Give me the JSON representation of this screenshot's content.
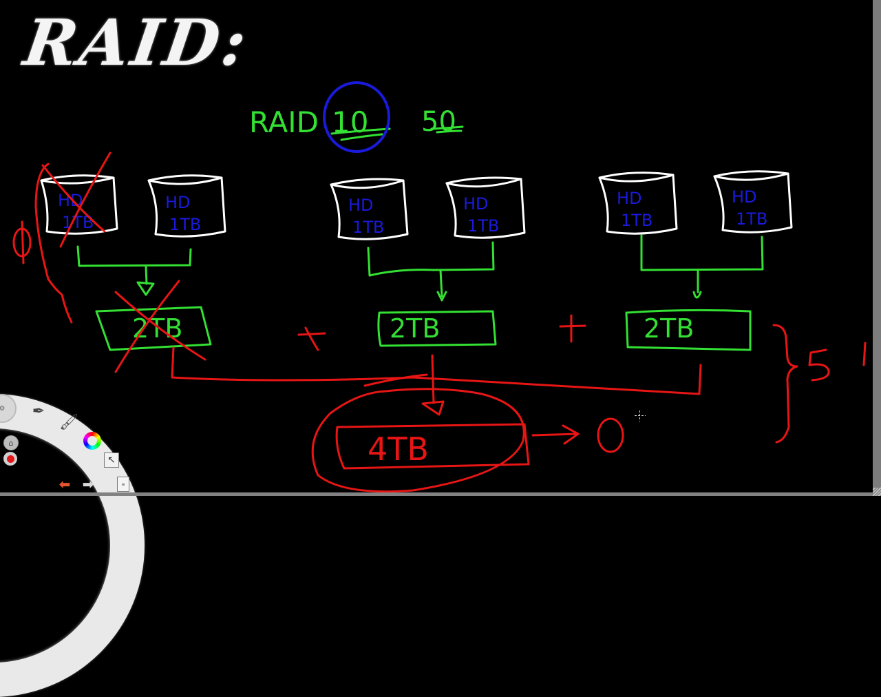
{
  "title": "RAID:",
  "heading": {
    "prefix": "RAID",
    "option_a": "10",
    "option_b": "50",
    "circled": "10"
  },
  "colors": {
    "background": "#000000",
    "title": "#f4f4f4",
    "disk_outline": "#ffffff",
    "disk_label": "#1a1adb",
    "connector": "#33e033",
    "annotation": "#e81515",
    "circle": "#1a1adb",
    "scrollbar": "#7d7d7d"
  },
  "disks": [
    {
      "label_line1": "HD",
      "label_line2": "1TB",
      "group": 1,
      "crossed": true
    },
    {
      "label_line1": "HD",
      "label_line2": "1TB",
      "group": 1,
      "crossed": false
    },
    {
      "label_line1": "HD",
      "label_line2": "1TB",
      "group": 2,
      "crossed": false
    },
    {
      "label_line1": "HD",
      "label_line2": "1TB",
      "group": 2,
      "crossed": false
    },
    {
      "label_line1": "HD",
      "label_line2": "1TB",
      "group": 3,
      "crossed": false
    },
    {
      "label_line1": "HD",
      "label_line2": "1TB",
      "group": 3,
      "crossed": false
    }
  ],
  "mirrors": [
    {
      "label": "2TB",
      "crossed": true
    },
    {
      "label": "2TB",
      "crossed": false
    },
    {
      "label": "2TB",
      "crossed": false
    }
  ],
  "plus_signs": [
    "+",
    "+"
  ],
  "zero_mark": "Ø",
  "stripe_result": {
    "label": "4TB",
    "arrow_to": "0"
  },
  "brace_label": "51",
  "toolbar": {
    "hub": "settings",
    "tools": [
      "pen",
      "brush",
      "color-wheel",
      "select",
      "document"
    ],
    "exit": "exit",
    "record": "record",
    "undo": "undo",
    "redo": "redo"
  }
}
